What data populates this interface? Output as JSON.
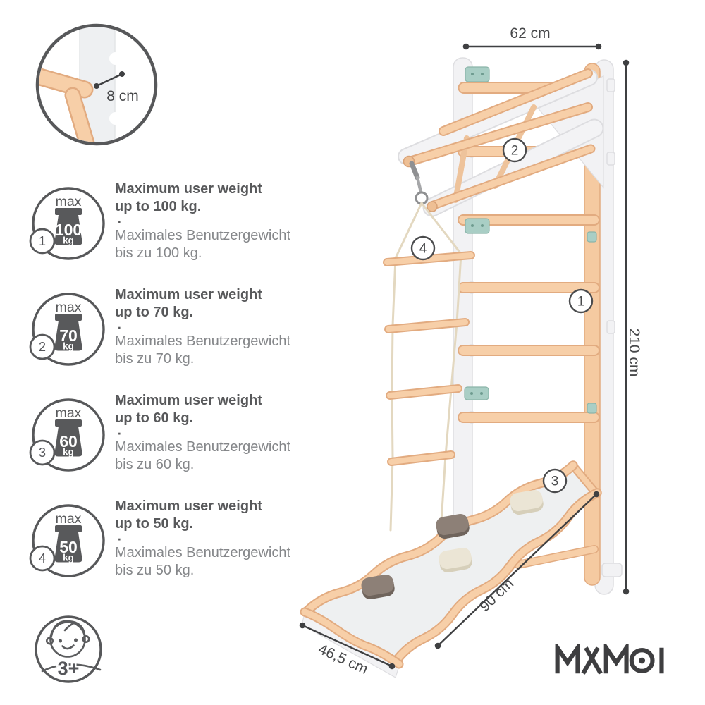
{
  "detail_callout": {
    "measurement": "8 cm"
  },
  "dimensions": {
    "top_width": "62 cm",
    "height": "210 cm",
    "slide_length": "90 cm",
    "slide_width": "46,5 cm"
  },
  "specs": [
    {
      "badge": "1",
      "max_label": "max",
      "weight_value": "100",
      "weight_unit": "kg",
      "title_line1": "Maximum user weight",
      "title_line2": "up to 100 kg.",
      "separator": "·",
      "subtitle_line1": "Maximales Benutzergewicht",
      "subtitle_line2": "bis zu 100 kg."
    },
    {
      "badge": "2",
      "max_label": "max",
      "weight_value": "70",
      "weight_unit": "kg",
      "title_line1": "Maximum user weight",
      "title_line2": "up to 70 kg.",
      "separator": "·",
      "subtitle_line1": "Maximales Benutzergewicht",
      "subtitle_line2": "bis zu 70 kg."
    },
    {
      "badge": "3",
      "max_label": "max",
      "weight_value": "60",
      "weight_unit": "kg",
      "title_line1": "Maximum user weight",
      "title_line2": "up to 60 kg.",
      "separator": "·",
      "subtitle_line1": "Maximales Benutzergewicht",
      "subtitle_line2": "bis zu 60 kg."
    },
    {
      "badge": "4",
      "max_label": "max",
      "weight_value": "50",
      "weight_unit": "kg",
      "title_line1": "Maximum user weight",
      "title_line2": "up to 50 kg.",
      "separator": "·",
      "subtitle_line1": "Maximales Benutzergewicht",
      "subtitle_line2": "bis zu 50 kg."
    }
  ],
  "product_callouts": {
    "frame": "1",
    "top_bar": "2",
    "slide": "3",
    "rope_ladder": "4"
  },
  "age_recommendation": {
    "label": "3+"
  },
  "brand": {
    "logo_text": "MAMOI"
  },
  "colors": {
    "wood": "#f7cfa8",
    "wood_edge": "#e2ab80",
    "panel_white": "#f2f2f4",
    "panel_edge": "#dedee1",
    "mint_bracket": "#a9cec5",
    "slide_surface": "#eef0f1",
    "hold_cream": "#ebe5d5",
    "hold_brown": "#8d8077",
    "rope": "#e3d8c0",
    "text_dark": "#58595b",
    "text_light": "#85878a",
    "dimension_line": "#3f4042",
    "logo": "#3e3e40",
    "background": "#ffffff"
  }
}
